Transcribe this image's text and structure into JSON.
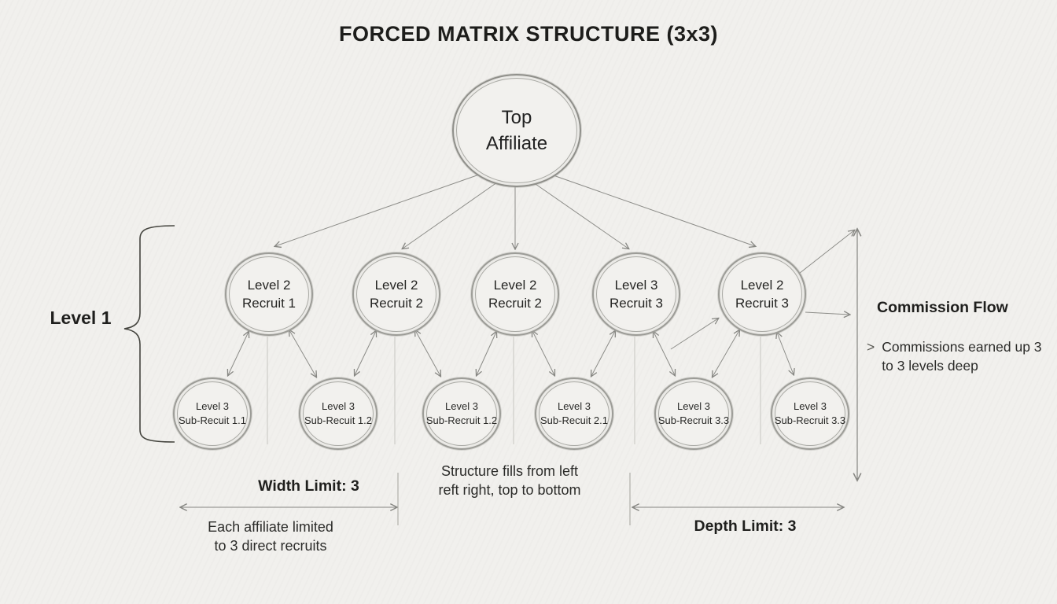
{
  "title": "FORCED MATRIX STRUCTURE (3x3)",
  "nodes": {
    "top": {
      "line1": "Top",
      "line2": "Affiliate"
    },
    "level2": [
      {
        "line1": "Level 2",
        "line2": "Recruit 1"
      },
      {
        "line1": "Level 2",
        "line2": "Recruit 2"
      },
      {
        "line1": "Level 2",
        "line2": "Recruit 2"
      },
      {
        "line1": "Level 3",
        "line2": "Recruit 3"
      },
      {
        "line1": "Level 2",
        "line2": "Recruit 3"
      }
    ],
    "level3": [
      {
        "line1": "Level 3",
        "line2": "Sub-Recuit 1.1"
      },
      {
        "line1": "Level 3",
        "line2": "Sub-Recuit 1.2"
      },
      {
        "line1": "Level 3",
        "line2": "Sub-Recruit 1.2"
      },
      {
        "line1": "Level 3",
        "line2": "Sub-Recuit 2.1"
      },
      {
        "line1": "Level 3",
        "line2": "Sub-Recruit 3.3"
      },
      {
        "line1": "Level 3",
        "line2": "Sub-Recruit 3.3"
      }
    ]
  },
  "labels": {
    "level1": "Level 1",
    "commission_flow_title": "Commission Flow",
    "commission_bullet": ">",
    "commission_line1": "Commissions earned up 3",
    "commission_line2": "to 3 levels deep",
    "width_limit": "Width Limit: 3",
    "width_note_line1": "Each affiliate limited",
    "width_note_line2": "to 3 direct recruits",
    "fill_note_line1": "Structure fills from left",
    "fill_note_line2": "reft right, top to bottom",
    "depth_limit": "Depth Limit: 3"
  },
  "colors": {
    "background": "#f1f0ed",
    "circle_stroke": "#9c9c97",
    "arrow": "#8d8d89",
    "text": "#2b2b29",
    "brace": "#45453f"
  }
}
